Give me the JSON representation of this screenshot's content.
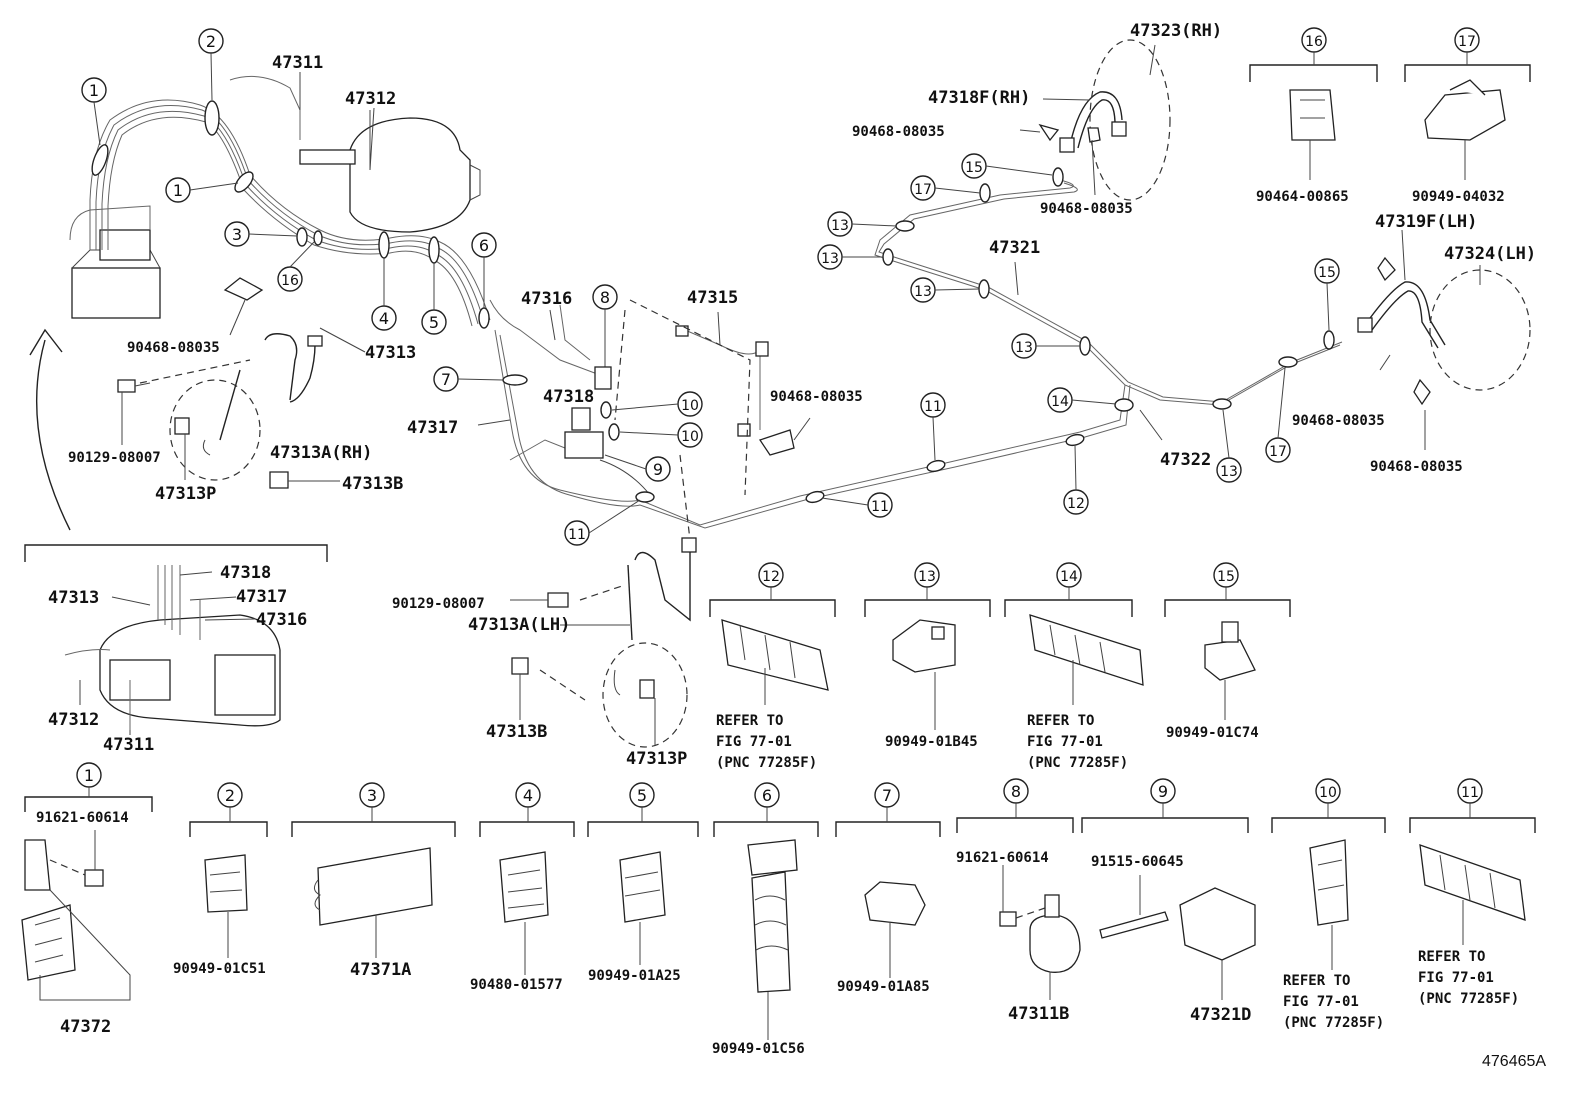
{
  "diagram_id": "476465A",
  "labels": {
    "p47311": "47311",
    "p47312": "47312",
    "p47313": "47313",
    "p47313A_RH": "47313A(RH)",
    "p47313A_LH": "47313A(LH)",
    "p47313B": "47313B",
    "p47313P": "47313P",
    "p47315": "47315",
    "p47316": "47316",
    "p47317": "47317",
    "p47318": "47318",
    "p47318F_RH": "47318F(RH)",
    "p47319F_LH": "47319F(LH)",
    "p47321": "47321",
    "p47322": "47322",
    "p47323_RH": "47323(RH)",
    "p47324_LH": "47324(LH)",
    "p90468": "90468-08035",
    "p90129": "90129-08007",
    "p90464": "90464-00865",
    "p90949_04032": "90949-04032",
    "p90949_01B45": "90949-01B45",
    "p90949_01C74": "90949-01C74",
    "p91621": "91621-60614",
    "p91515": "91515-60645",
    "p90949_01C51": "90949-01C51",
    "p47371A": "47371A",
    "p90480": "90480-01577",
    "p90949_01A25": "90949-01A25",
    "p90949_01C56": "90949-01C56",
    "p90949_01A85": "90949-01A85",
    "p47311B": "47311B",
    "p47321D": "47321D",
    "p47372": "47372",
    "refer1": "REFER TO",
    "refer2": "FIG 77-01",
    "refer3": "(PNC 77285F)"
  },
  "callouts": {
    "c1": "1",
    "c2": "2",
    "c3": "3",
    "c4": "4",
    "c5": "5",
    "c6": "6",
    "c7": "7",
    "c8": "8",
    "c9": "9",
    "c10": "10",
    "c11": "11",
    "c12": "12",
    "c13": "13",
    "c14": "14",
    "c15": "15",
    "c16": "16",
    "c17": "17"
  }
}
